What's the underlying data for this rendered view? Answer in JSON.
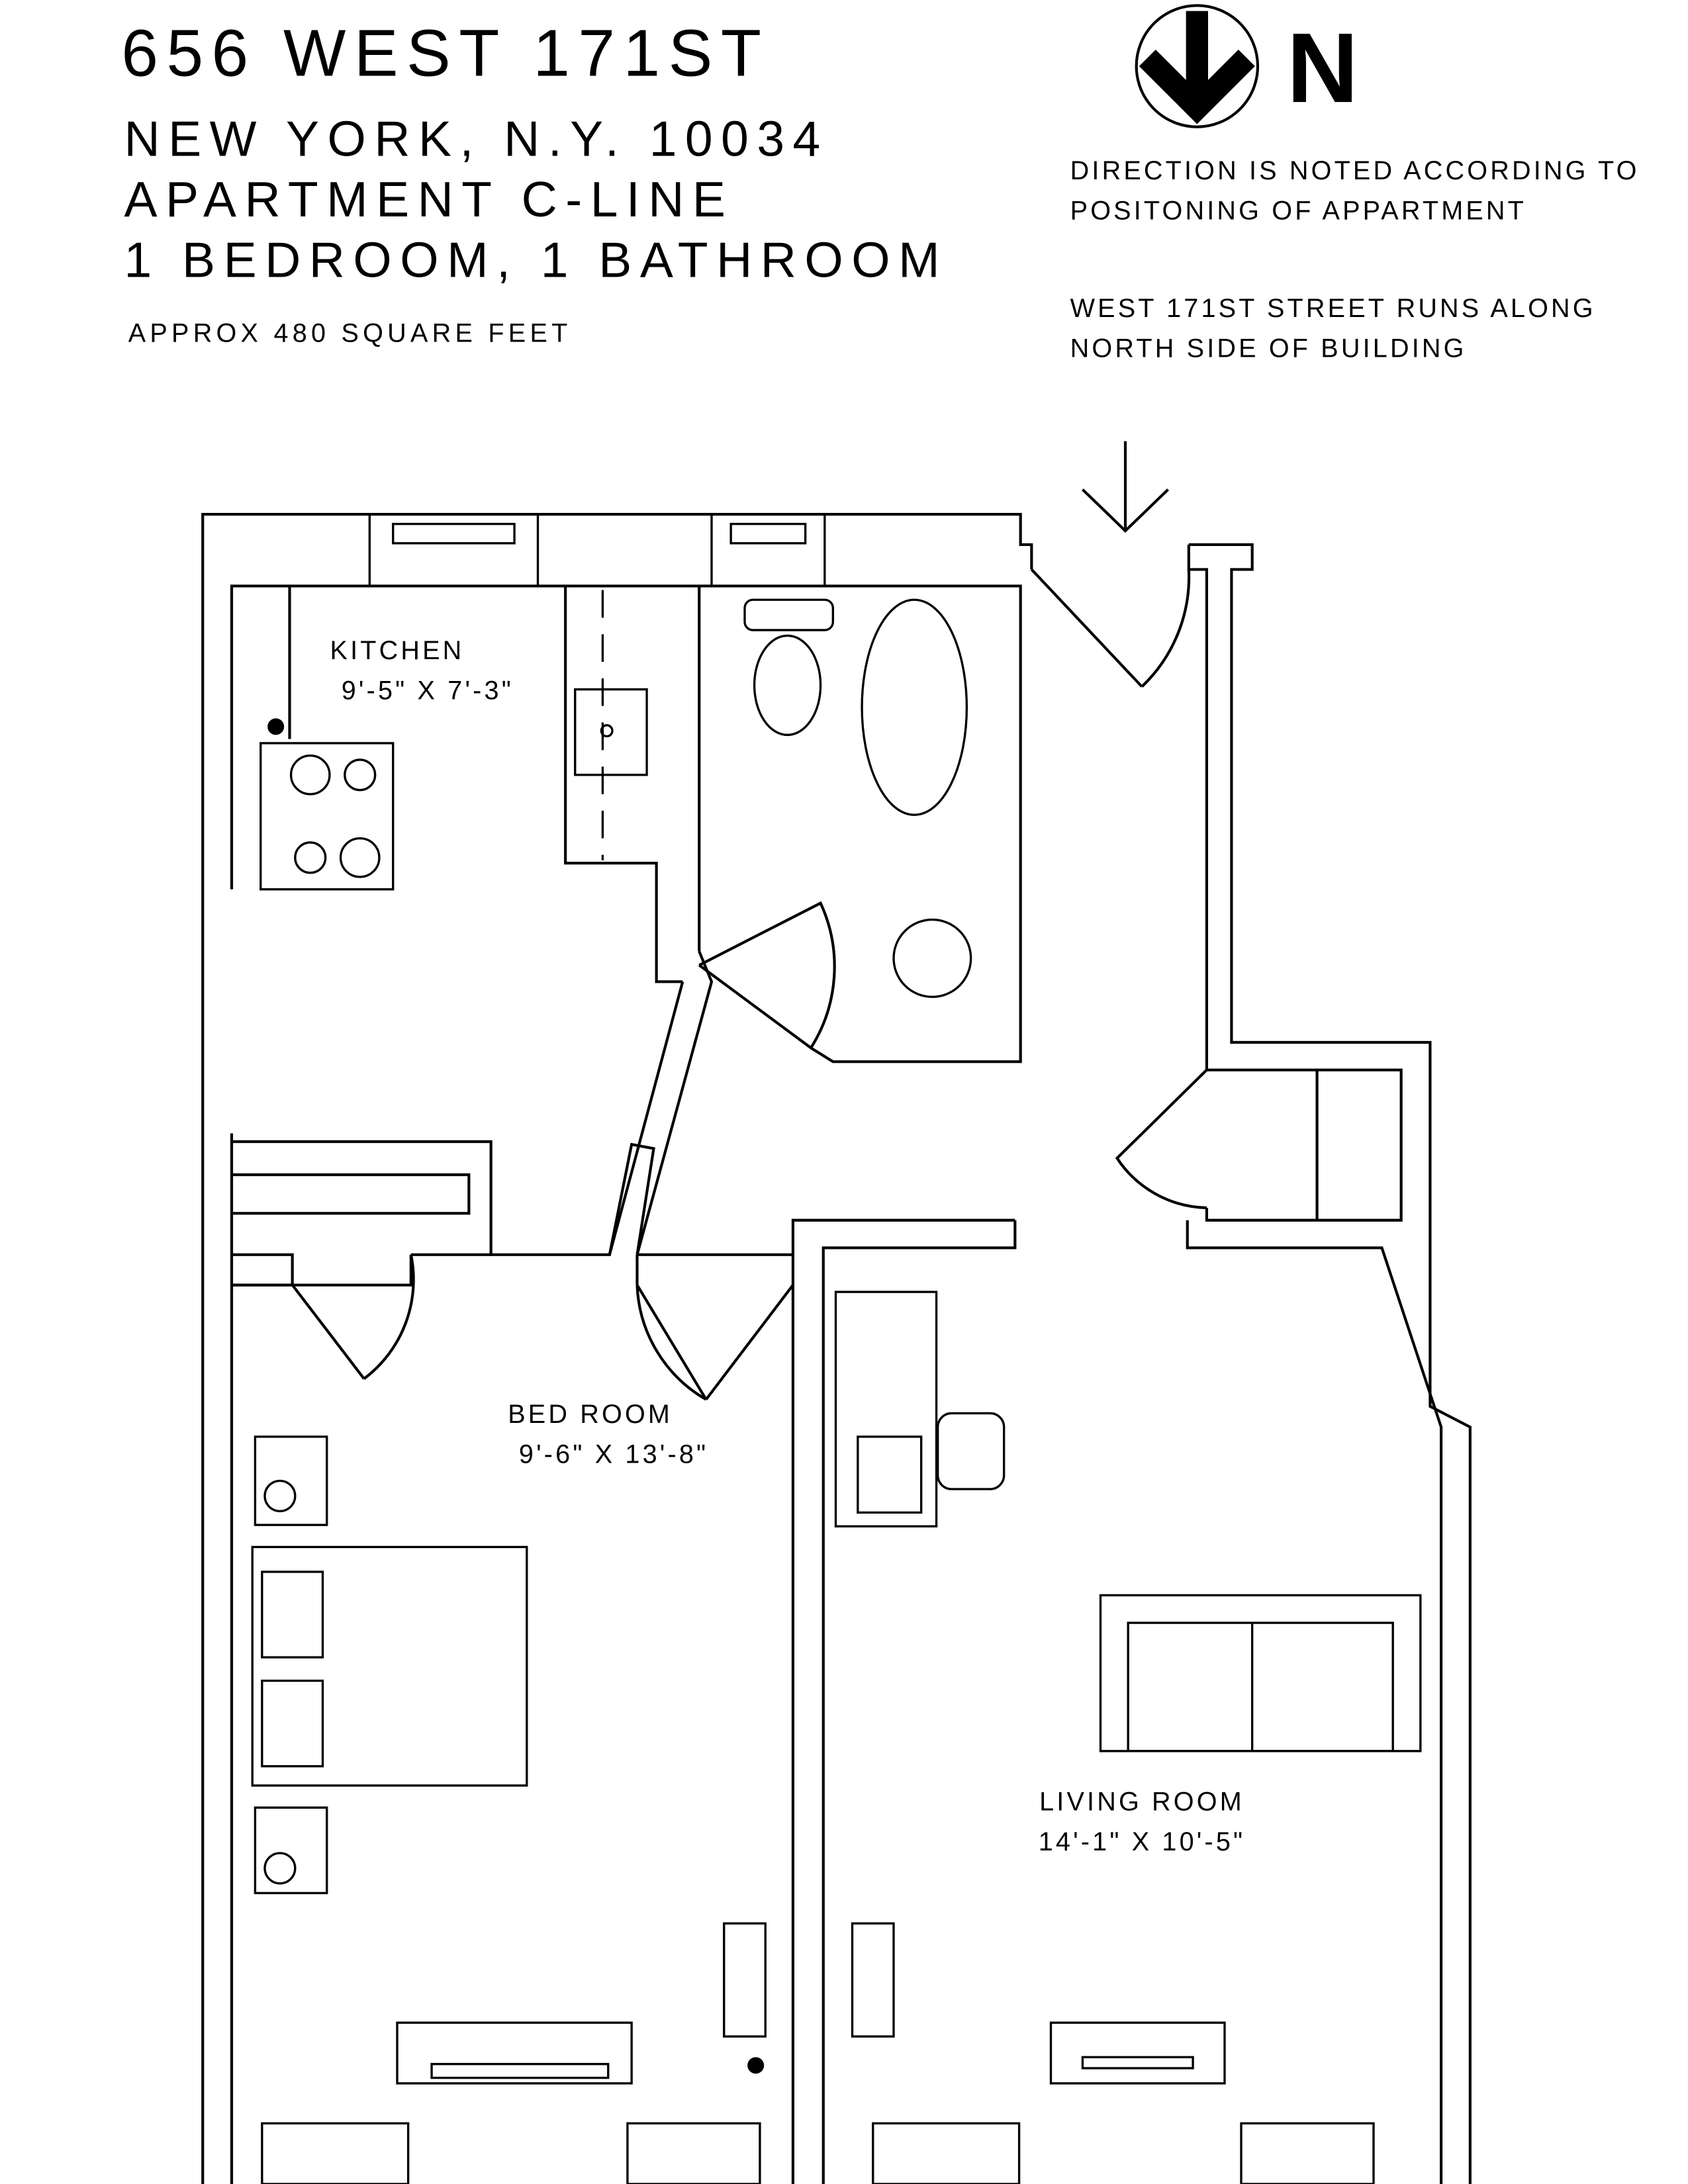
{
  "header": {
    "address": "656 WEST 171ST",
    "city": "NEW YORK, N.Y. 10034",
    "apartment": "APARTMENT C-LINE",
    "layout": "1 BEDROOM, 1 BATHROOM",
    "area": "APPROX 480 SQUARE FEET"
  },
  "compass": {
    "letter": "N",
    "note_line1": "DIRECTION IS NOTED ACCORDING TO",
    "note_line2": "POSITONING OF APPARTMENT",
    "street_line1": "WEST 171ST STREET RUNS ALONG",
    "street_line2": "NORTH SIDE OF BUILDING"
  },
  "rooms": {
    "kitchen": {
      "name": "KITCHEN",
      "size": "9'-5\" X 7'-3\""
    },
    "bedroom": {
      "name": "BED ROOM",
      "size": "9'-6\" X 13'-8\""
    },
    "living": {
      "name": "LIVING ROOM",
      "size": "14'-1\" X 10'-5\""
    }
  }
}
